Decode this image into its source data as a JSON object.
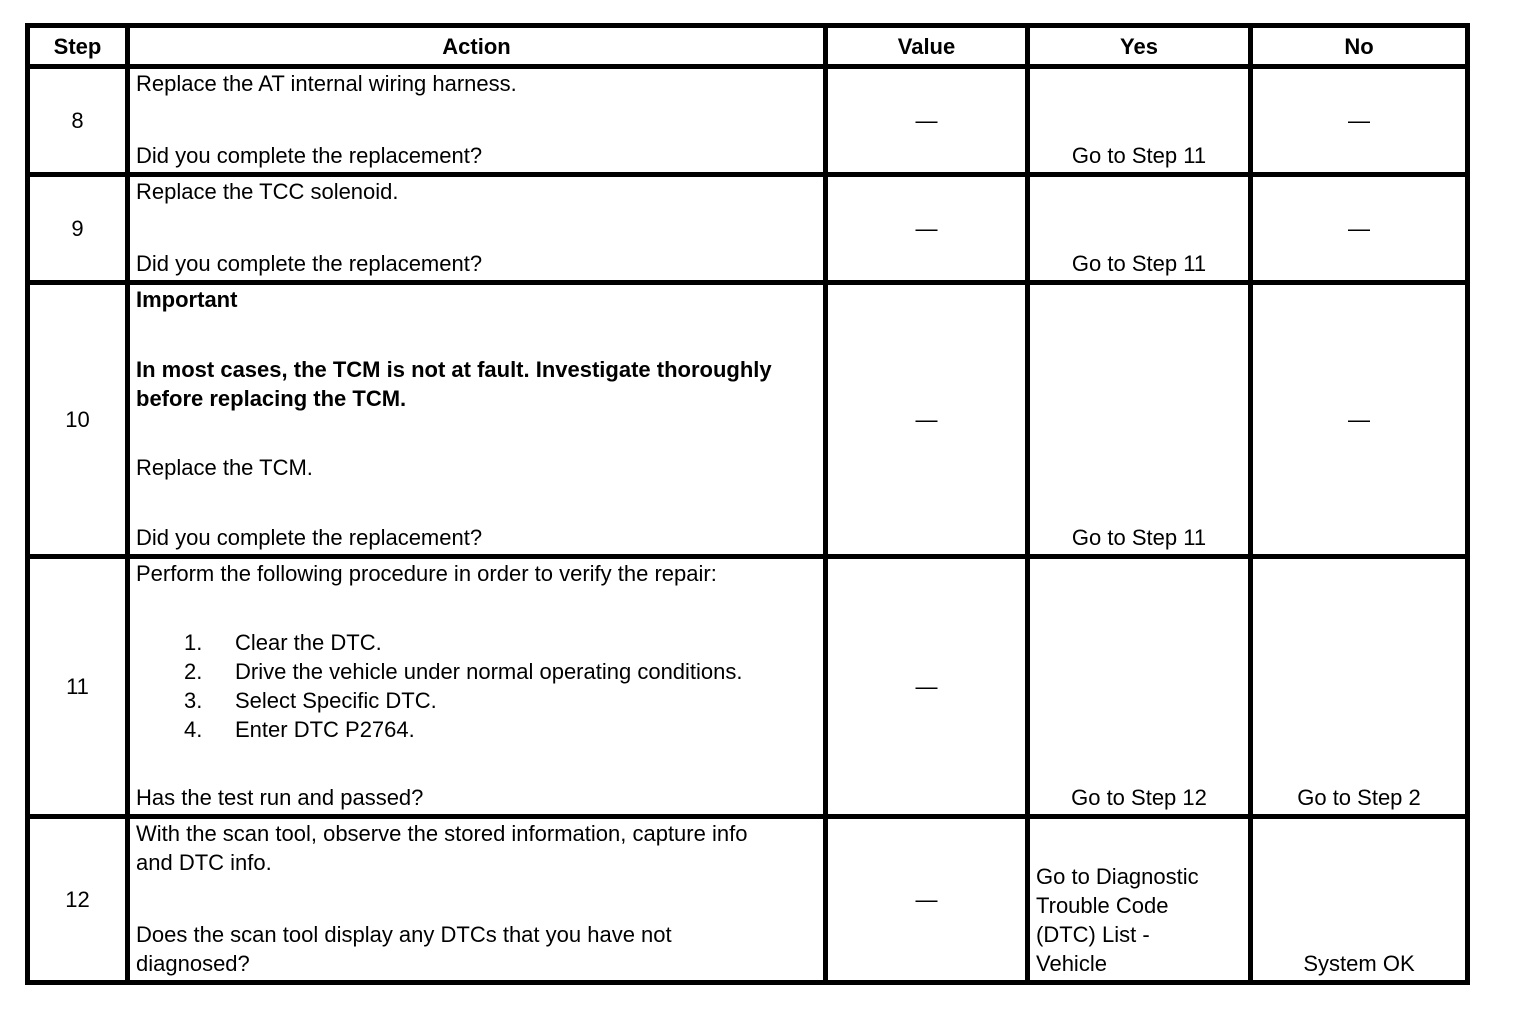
{
  "header": {
    "step": "Step",
    "action": "Action",
    "value": "Value",
    "yes": "Yes",
    "no": "No"
  },
  "rows": [
    {
      "step": "8",
      "action_top": "Replace the AT internal wiring harness.",
      "action_question": "Did you complete the replacement?",
      "value": "—",
      "yes": "Go to Step 11",
      "no": "—"
    },
    {
      "step": "9",
      "action_top": "Replace the TCC solenoid.",
      "action_question": "Did you complete the replacement?",
      "value": "—",
      "yes": "Go to Step 11",
      "no": "—"
    },
    {
      "step": "10",
      "important_label": "Important",
      "important_body": "In most cases, the TCM is not at fault. Investigate thoroughly before replacing the TCM.",
      "action_mid": "Replace the TCM.",
      "action_question": "Did you complete the replacement?",
      "value": "—",
      "yes": "Go to Step 11",
      "no": "—"
    },
    {
      "step": "11",
      "action_top": "Perform the following procedure in order to verify the repair:",
      "list": [
        {
          "num": "1.",
          "text": "Clear the DTC."
        },
        {
          "num": "2.",
          "text": "Drive the vehicle under normal operating conditions."
        },
        {
          "num": "3.",
          "text": "Select Specific DTC."
        },
        {
          "num": "4.",
          "text": "Enter DTC P2764."
        }
      ],
      "action_question": "Has the test run and passed?",
      "value": "—",
      "yes": "Go to Step 12",
      "no": "Go to Step 2"
    },
    {
      "step": "12",
      "action_top": "With the scan tool, observe the stored information, capture info and DTC info.",
      "action_question": "Does the scan tool display any DTCs that you have not diagnosed?",
      "value": "—",
      "yes": "Go to Diagnostic Trouble Code (DTC) List - Vehicle",
      "no": "System OK"
    }
  ]
}
